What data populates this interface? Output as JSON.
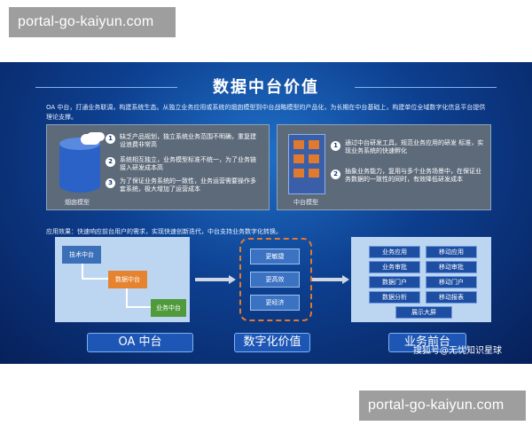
{
  "watermarks": {
    "top": "portal-go-kaiyun.com",
    "bottom": "portal-go-kaiyun.com"
  },
  "slide": {
    "title": "数据中台价值",
    "intro": "OA 中台，打通业务联调，构建系统生态。从独立业务应用或系统的烟囱模型到中台战略模型的产品化，为长期在中台基础上，构建单位全域数字化信息平台提供理论支撑。",
    "left_panel": {
      "label": "烟囱模型",
      "items": [
        {
          "num": "1",
          "text": "缺乏产品规划，独立系统业务范围不明确，重复建设浪费非常高"
        },
        {
          "num": "2",
          "text": "系统相互独立，业务模型标准不统一，为了业务链接入研发成本高"
        },
        {
          "num": "3",
          "text": "为了保证业务系统的一致性，业务运营需要操作多套系统，极大增加了运营成本"
        }
      ]
    },
    "right_panel": {
      "label": "中台模型",
      "items": [
        {
          "num": "1",
          "text": "通过中台研发工具，规范业务应用的研发 标准，实现业务系统的快速孵化"
        },
        {
          "num": "2",
          "text": "抽象业务能力，复用与多个业务场景中，在保证业务数据的一致性的同时，有效降低研发成本"
        }
      ]
    },
    "apply_text": "应用效果：快速响应前台用户的需求，实现快速创新迭代，中台支持业务数字化转换。",
    "oa_nodes": {
      "tech": "技术中台",
      "data": "数据中台",
      "biz": "业务中台"
    },
    "mid_buttons": [
      "更敏捷",
      "更高效",
      "更经济"
    ],
    "apps": [
      "业务应用",
      "移动应用",
      "业务审批",
      "移动审批",
      "数据门户",
      "移动门户",
      "数据分析",
      "移动报表",
      "展示大屏"
    ],
    "bottom_labels": {
      "oa": "OA 中台",
      "mid": "数字化价值",
      "right": "业务前台"
    },
    "credit": "搜狐号@无忧知识星球"
  }
}
